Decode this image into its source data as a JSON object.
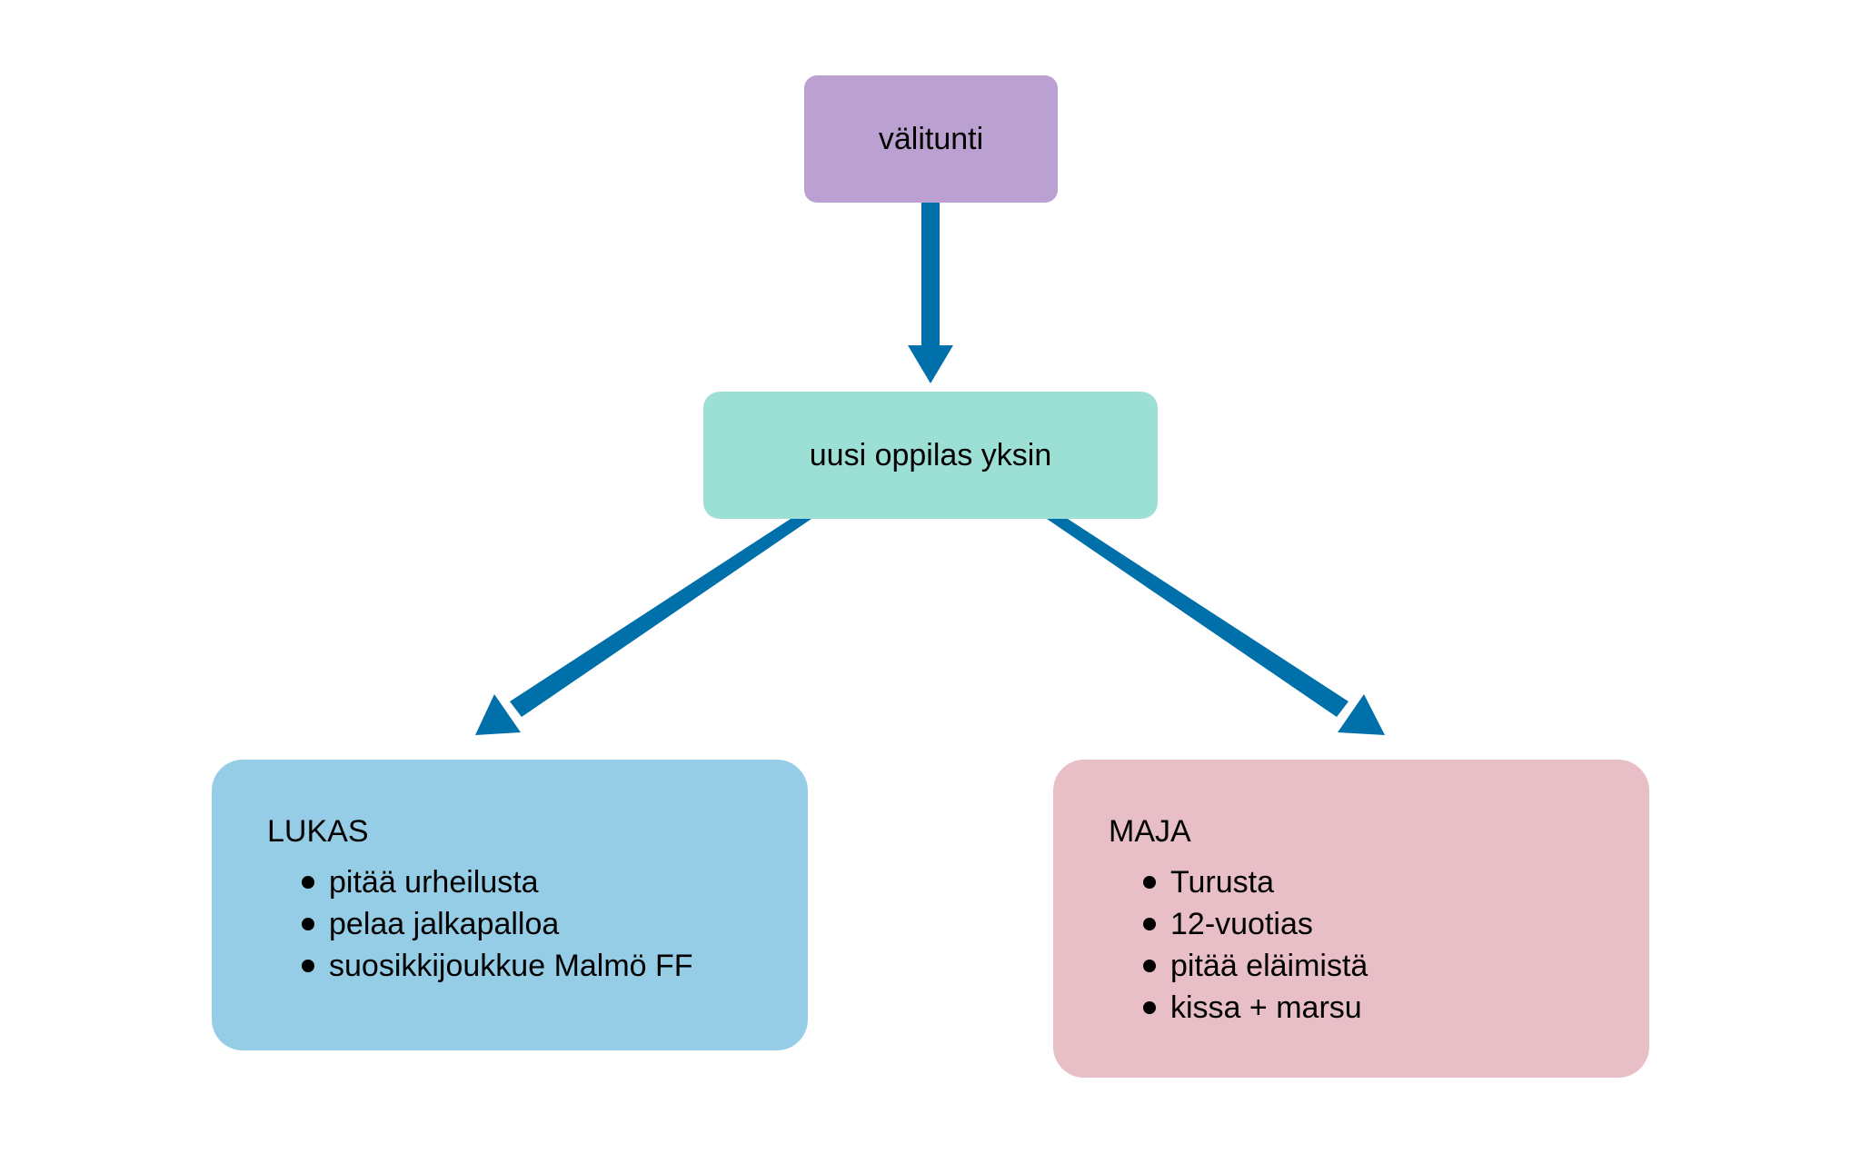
{
  "colors": {
    "arrow": "#0070aa",
    "top_node": "#bba1d2",
    "mid_node": "#9bdfd5",
    "lukas_node": "#96cde6",
    "maja_node": "#e8bfc6"
  },
  "nodes": {
    "top": {
      "label": "välitunti"
    },
    "mid": {
      "label": "uusi oppilas yksin"
    },
    "lukas": {
      "title": "LUKAS",
      "items": [
        "pitää urheilusta",
        "pelaa jalkapalloa",
        "suosikkijoukkue Malmö FF"
      ]
    },
    "maja": {
      "title": "MAJA",
      "items": [
        "Turusta",
        "12-vuotias",
        "pitää eläimistä",
        "kissa + marsu"
      ]
    }
  },
  "edges": [
    {
      "from": "top",
      "to": "mid"
    },
    {
      "from": "mid",
      "to": "lukas"
    },
    {
      "from": "mid",
      "to": "maja"
    }
  ]
}
